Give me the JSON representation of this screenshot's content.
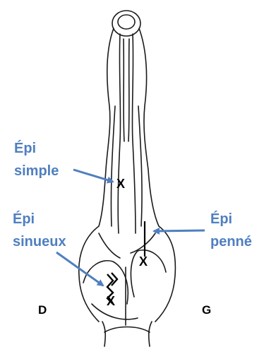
{
  "labels": {
    "simple": [
      "Épi",
      "simple"
    ],
    "sinueux": [
      "Épi",
      "sinueux"
    ],
    "penne": [
      "Épi",
      "penné"
    ]
  },
  "sides": {
    "right": "D",
    "left": "G"
  },
  "marks": {
    "cross": "X"
  },
  "colors": {
    "arrow": "#4f7fc0",
    "line": "#1a1a1a",
    "label": "#4f7fc0"
  }
}
